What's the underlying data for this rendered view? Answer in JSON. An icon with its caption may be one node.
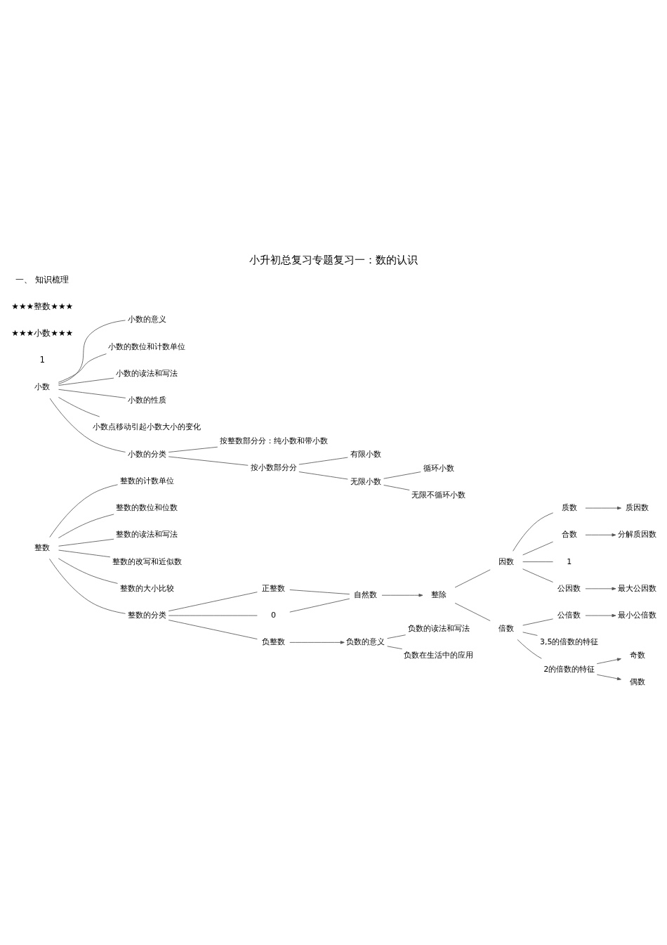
{
  "diagram": {
    "title": "小升初总复习专题复习一：数的认识",
    "nodes": [
      {
        "text": [
          "整数"
        ]
      },
      {
        "text": [
          "整数的计数单位"
        ]
      },
      {
        "text": [
          "整数的数位和位数"
        ]
      },
      {
        "text": [
          "整数的读法和写法"
        ]
      },
      {
        "text": [
          "整数的改写和近似数"
        ]
      },
      {
        "text": [
          "整数的大小比较"
        ]
      },
      {
        "text": [
          "整数的分类"
        ]
      },
      {
        "text": [
          "正整数"
        ]
      },
      {
        "text": [
          "0"
        ]
      },
      {
        "text": [
          "自然数"
        ]
      },
      {
        "text": [
          "整除"
        ]
      },
      {
        "text": [
          "因数"
        ]
      },
      {
        "text": [
          "质数"
        ]
      },
      {
        "text": [
          "质因数"
        ]
      },
      {
        "text": [
          "合数"
        ]
      },
      {
        "text": [
          "分解质因数"
        ]
      },
      {
        "text": [
          "1"
        ]
      },
      {
        "text": [
          "公因数"
        ]
      },
      {
        "text": [
          "最大公因数"
        ]
      },
      {
        "text": [
          "倍数"
        ]
      },
      {
        "text": [
          "公倍数"
        ]
      },
      {
        "text": [
          "最小公倍数"
        ]
      },
      {
        "text": [
          "3,5的倍数的特征"
        ]
      },
      {
        "text": [
          "2的倍数的特征"
        ]
      },
      {
        "text": [
          "奇数"
        ]
      },
      {
        "text": [
          "偶数"
        ]
      },
      {
        "text": [
          "负整数"
        ]
      },
      {
        "text": [
          "负数的意义"
        ]
      },
      {
        "text": [
          "负数的读法和写法"
        ]
      },
      {
        "text": [
          "负数在生活中的应用"
        ]
      },
      {
        "text": [
          "小数"
        ]
      },
      {
        "text": [
          "小数的意义"
        ]
      },
      {
        "text": [
          "小数的数位和计数单位"
        ]
      },
      {
        "text": [
          "小数的读法和写法"
        ]
      },
      {
        "text": [
          "小数的性质"
        ]
      },
      {
        "text": [
          "小数点移动引起小数大小的变化"
        ]
      },
      {
        "text": [
          "小数的分类"
        ]
      },
      {
        "text": [
          "按整数部分分：纯小数和带小数"
        ]
      },
      {
        "text": [
          "按小数部分分"
        ]
      },
      {
        "text": [
          "有限小数"
        ]
      },
      {
        "text": [
          "无限小数"
        ]
      },
      {
        "text": [
          "循环小数"
        ]
      },
      {
        "text": [
          "无限不循环小数"
        ]
      }
    ],
    "edges": [
      {
        "from": 0,
        "to": 1,
        "arrow": "none"
      },
      {
        "from": 0,
        "to": 2,
        "arrow": "none"
      },
      {
        "from": 0,
        "to": 3,
        "arrow": "none"
      },
      {
        "from": 0,
        "to": 4,
        "arrow": "none"
      },
      {
        "from": 0,
        "to": 5,
        "arrow": "none"
      },
      {
        "from": 0,
        "to": 6,
        "arrow": "none"
      },
      {
        "from": 6,
        "to": 7,
        "arrow": "none"
      },
      {
        "from": 6,
        "to": 8,
        "arrow": "none"
      },
      {
        "from": 6,
        "to": 26,
        "arrow": "none"
      },
      {
        "from": 7,
        "to": 9,
        "arrow": "none"
      },
      {
        "from": 8,
        "to": 9,
        "arrow": "none"
      },
      {
        "from": 9,
        "to": 10,
        "arrow": "to"
      },
      {
        "from": 10,
        "to": 11,
        "arrow": "none"
      },
      {
        "from": 10,
        "to": 19,
        "arrow": "none"
      },
      {
        "from": 11,
        "to": 12,
        "arrow": "none"
      },
      {
        "from": 11,
        "to": 14,
        "arrow": "none"
      },
      {
        "from": 11,
        "to": 16,
        "arrow": "none"
      },
      {
        "from": 11,
        "to": 17,
        "arrow": "none"
      },
      {
        "from": 12,
        "to": 13,
        "arrow": "to"
      },
      {
        "from": 14,
        "to": 15,
        "arrow": "to"
      },
      {
        "from": 17,
        "to": 18,
        "arrow": "to"
      },
      {
        "from": 19,
        "to": 20,
        "arrow": "none"
      },
      {
        "from": 19,
        "to": 22,
        "arrow": "none"
      },
      {
        "from": 19,
        "to": 23,
        "arrow": "none"
      },
      {
        "from": 20,
        "to": 21,
        "arrow": "to"
      },
      {
        "from": 23,
        "to": 24,
        "arrow": "to"
      },
      {
        "from": 23,
        "to": 25,
        "arrow": "to"
      },
      {
        "from": 26,
        "to": 27,
        "arrow": "to"
      },
      {
        "from": 27,
        "to": 28,
        "arrow": "none"
      },
      {
        "from": 27,
        "to": 29,
        "arrow": "none"
      },
      {
        "from": 30,
        "to": 31,
        "arrow": "none"
      },
      {
        "from": 30,
        "to": 32,
        "arrow": "none"
      },
      {
        "from": 30,
        "to": 33,
        "arrow": "none"
      },
      {
        "from": 30,
        "to": 34,
        "arrow": "none"
      },
      {
        "from": 30,
        "to": 35,
        "arrow": "none"
      },
      {
        "from": 30,
        "to": 36,
        "arrow": "none"
      },
      {
        "from": 36,
        "to": 37,
        "arrow": "none"
      },
      {
        "from": 36,
        "to": 38,
        "arrow": "none"
      },
      {
        "from": 38,
        "to": 39,
        "arrow": "none"
      },
      {
        "from": 38,
        "to": 40,
        "arrow": "none"
      },
      {
        "from": 40,
        "to": 41,
        "arrow": "none"
      },
      {
        "from": 40,
        "to": 42,
        "arrow": "none"
      }
    ],
    "labels": [
      "一、 知识梳理",
      "★★★整数★★★",
      "★★★小数★★★",
      "1"
    ]
  }
}
